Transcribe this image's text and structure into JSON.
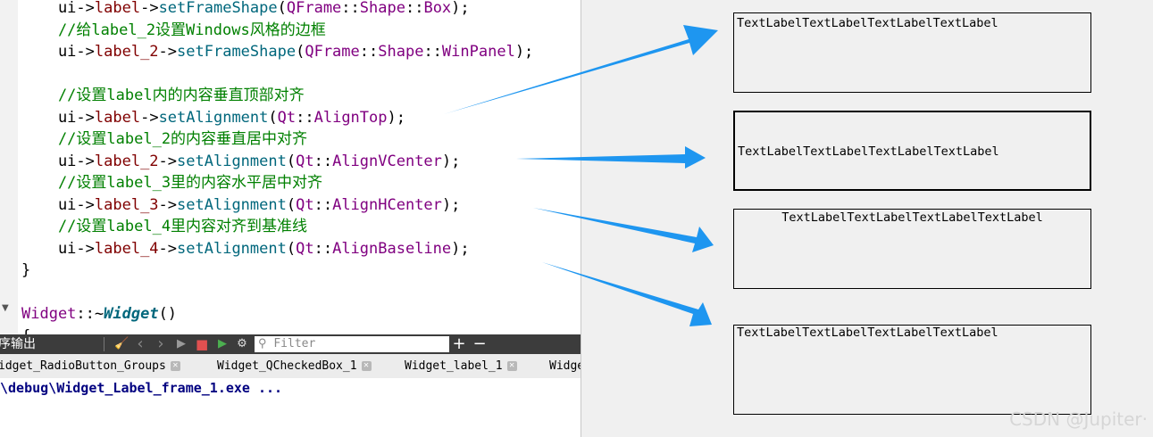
{
  "colors": {
    "keyword_purple": "#800080",
    "method_teal": "#00677c",
    "comment_green": "#008000",
    "arrow_blue": "#1e96f0"
  },
  "code_lines": [
    [
      {
        "t": "    ui->",
        "c": "#000000"
      },
      {
        "t": "label",
        "c": "#800000"
      },
      {
        "t": "->",
        "c": "#000000"
      },
      {
        "t": "setFrameShape",
        "c": "#00677c"
      },
      {
        "t": "(",
        "c": "#000000"
      },
      {
        "t": "QFrame",
        "c": "#800080"
      },
      {
        "t": "::",
        "c": "#000000"
      },
      {
        "t": "Shape",
        "c": "#800080"
      },
      {
        "t": "::",
        "c": "#000000"
      },
      {
        "t": "Box",
        "c": "#800080"
      },
      {
        "t": ");",
        "c": "#000000"
      }
    ],
    [
      {
        "t": "    //给label_2设置Windows风格的边框",
        "c": "#008000"
      }
    ],
    [
      {
        "t": "    ui->",
        "c": "#000000"
      },
      {
        "t": "label_2",
        "c": "#800000"
      },
      {
        "t": "->",
        "c": "#000000"
      },
      {
        "t": "setFrameShape",
        "c": "#00677c"
      },
      {
        "t": "(",
        "c": "#000000"
      },
      {
        "t": "QFrame",
        "c": "#800080"
      },
      {
        "t": "::",
        "c": "#000000"
      },
      {
        "t": "Shape",
        "c": "#800080"
      },
      {
        "t": "::",
        "c": "#000000"
      },
      {
        "t": "WinPanel",
        "c": "#800080"
      },
      {
        "t": ");",
        "c": "#000000"
      }
    ],
    [],
    [
      {
        "t": "    //设置label内的内容垂直顶部对齐",
        "c": "#008000"
      }
    ],
    [
      {
        "t": "    ui->",
        "c": "#000000"
      },
      {
        "t": "label",
        "c": "#800000"
      },
      {
        "t": "->",
        "c": "#000000"
      },
      {
        "t": "setAlignment",
        "c": "#00677c"
      },
      {
        "t": "(",
        "c": "#000000"
      },
      {
        "t": "Qt",
        "c": "#800080"
      },
      {
        "t": "::",
        "c": "#000000"
      },
      {
        "t": "AlignTop",
        "c": "#800080"
      },
      {
        "t": ");",
        "c": "#000000"
      }
    ],
    [
      {
        "t": "    //设置label_2的内容垂直居中对齐",
        "c": "#008000"
      }
    ],
    [
      {
        "t": "    ui->",
        "c": "#000000"
      },
      {
        "t": "label_2",
        "c": "#800000"
      },
      {
        "t": "->",
        "c": "#000000"
      },
      {
        "t": "setAlignment",
        "c": "#00677c"
      },
      {
        "t": "(",
        "c": "#000000"
      },
      {
        "t": "Qt",
        "c": "#800080"
      },
      {
        "t": "::",
        "c": "#000000"
      },
      {
        "t": "AlignVCenter",
        "c": "#800080"
      },
      {
        "t": ");",
        "c": "#000000"
      }
    ],
    [
      {
        "t": "    //设置label_3里的内容水平居中对齐",
        "c": "#008000"
      }
    ],
    [
      {
        "t": "    ui->",
        "c": "#000000"
      },
      {
        "t": "label_3",
        "c": "#800000"
      },
      {
        "t": "->",
        "c": "#000000"
      },
      {
        "t": "setAlignment",
        "c": "#00677c"
      },
      {
        "t": "(",
        "c": "#000000"
      },
      {
        "t": "Qt",
        "c": "#800080"
      },
      {
        "t": "::",
        "c": "#000000"
      },
      {
        "t": "AlignHCenter",
        "c": "#800080"
      },
      {
        "t": ");",
        "c": "#000000"
      }
    ],
    [
      {
        "t": "    //设置label_4里内容对齐到基准线",
        "c": "#008000"
      }
    ],
    [
      {
        "t": "    ui->",
        "c": "#000000"
      },
      {
        "t": "label_4",
        "c": "#800000"
      },
      {
        "t": "->",
        "c": "#000000"
      },
      {
        "t": "setAlignment",
        "c": "#00677c"
      },
      {
        "t": "(",
        "c": "#000000"
      },
      {
        "t": "Qt",
        "c": "#800080"
      },
      {
        "t": "::",
        "c": "#000000"
      },
      {
        "t": "AlignBaseline",
        "c": "#800080"
      },
      {
        "t": ");",
        "c": "#000000"
      }
    ],
    [
      {
        "t": "}",
        "c": "#000000"
      }
    ],
    [],
    [
      {
        "t": "Widget",
        "c": "#800080"
      },
      {
        "t": "::~",
        "c": "#000000"
      },
      {
        "t": "Widget",
        "c": "#00677c",
        "b": true,
        "i": true
      },
      {
        "t": "()",
        "c": "#000000"
      }
    ],
    [
      {
        "t": "{",
        "c": "#000000"
      }
    ]
  ],
  "fold_icon": "▼",
  "output_panel": {
    "title": "序输出",
    "toolbar_icons": [
      "broom-icon",
      "chevron-left-icon",
      "chevron-right-icon",
      "play-icon",
      "stop-icon",
      "run-debug-icon",
      "gear-icon"
    ],
    "toolbar_glyphs": [
      "🧹",
      "‹",
      "›",
      "▶",
      "■",
      "▶",
      "⚙"
    ],
    "filter_placeholder": "Filter",
    "search_glyph": "⚲",
    "plus_glyph": "+",
    "minus_glyph": "−"
  },
  "tabs": [
    {
      "label": "idget_RadioButton_Groups"
    },
    {
      "label": "Widget_QCheckedBox_1"
    },
    {
      "label": "Widget_label_1"
    },
    {
      "label": "Widge"
    }
  ],
  "tab_close_glyph": "✕",
  "output_line": "\\debug\\Widget_Label_frame_1.exe ...",
  "labels": [
    {
      "text": "TextLabelTextLabelTextLabelTextLabel",
      "alignment": "top-left",
      "frame": "Box"
    },
    {
      "text": "TextLabelTextLabelTextLabelTextLabel",
      "alignment": "vcenter-left",
      "frame": "WinPanel"
    },
    {
      "text": "TextLabelTextLabelTextLabelTextLabel",
      "alignment": "top-hcenter",
      "frame": "Box"
    },
    {
      "text": "TextLabelTextLabelTextLabelTextLabel",
      "alignment": "baseline-left",
      "frame": "Box"
    }
  ],
  "watermark": "CSDN @Jupiter·"
}
